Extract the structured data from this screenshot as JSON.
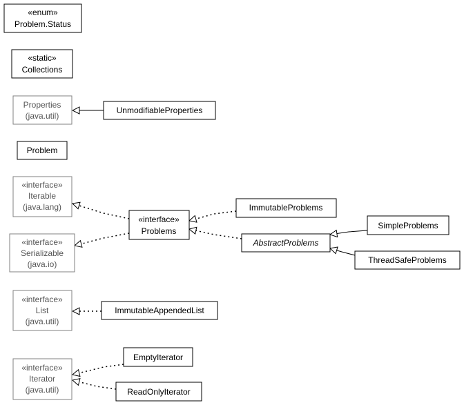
{
  "classes": {
    "problem_status": {
      "stereotype": "«enum»",
      "name": "Problem.Status"
    },
    "collections": {
      "stereotype": "«static»",
      "name": "Collections"
    },
    "properties": {
      "name": "Properties",
      "package": "(java.util)"
    },
    "unmodifiable_properties": {
      "name": "UnmodifiableProperties"
    },
    "problem": {
      "name": "Problem"
    },
    "iterable": {
      "stereotype": "«interface»",
      "name": "Iterable",
      "package": "(java.lang)"
    },
    "serializable": {
      "stereotype": "«interface»",
      "name": "Serializable",
      "package": "(java.io)"
    },
    "problems": {
      "stereotype": "«interface»",
      "name": "Problems"
    },
    "immutable_problems": {
      "name": "ImmutableProblems"
    },
    "abstract_problems": {
      "name": "AbstractProblems"
    },
    "simple_problems": {
      "name": "SimpleProblems"
    },
    "thread_safe_problems": {
      "name": "ThreadSafeProblems"
    },
    "list": {
      "stereotype": "«interface»",
      "name": "List",
      "package": "(java.util)"
    },
    "immutable_appended_list": {
      "name": "ImmutableAppendedList"
    },
    "iterator": {
      "stereotype": "«interface»",
      "name": "Iterator",
      "package": "(java.util)"
    },
    "empty_iterator": {
      "name": "EmptyIterator"
    },
    "read_only_iterator": {
      "name": "ReadOnlyIterator"
    }
  },
  "colors": {
    "external_border": "#808080",
    "external_text": "#555555",
    "local_border": "#000000",
    "local_text": "#000000"
  }
}
